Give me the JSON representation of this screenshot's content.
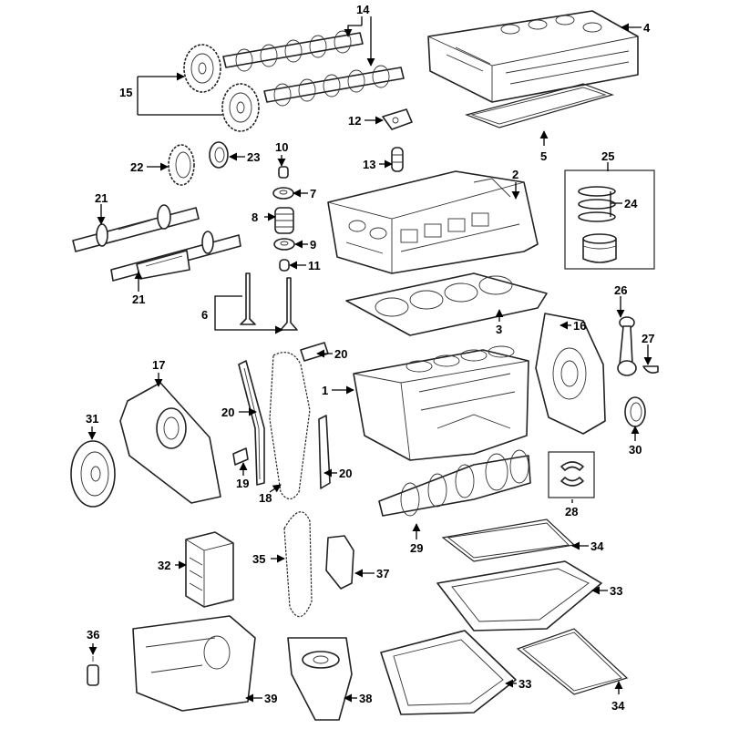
{
  "callouts": {
    "c1": "1",
    "c2": "2",
    "c3": "3",
    "c4": "4",
    "c5": "5",
    "c6": "6",
    "c7": "7",
    "c8": "8",
    "c9": "9",
    "c10": "10",
    "c11": "11",
    "c12": "12",
    "c13": "13",
    "c14": "14",
    "c15": "15",
    "c16": "16",
    "c17": "17",
    "c18": "18",
    "c19": "19",
    "c20a": "20",
    "c20b": "20",
    "c20c": "20",
    "c21a": "21",
    "c21b": "21",
    "c22": "22",
    "c23": "23",
    "c24": "24",
    "c25": "25",
    "c26": "26",
    "c27": "27",
    "c28": "28",
    "c29": "29",
    "c30": "30",
    "c31": "31",
    "c32": "32",
    "c33a": "33",
    "c33b": "33",
    "c34a": "34",
    "c34b": "34",
    "c35": "35",
    "c36": "36",
    "c37": "37",
    "c38": "38",
    "c39": "39"
  }
}
